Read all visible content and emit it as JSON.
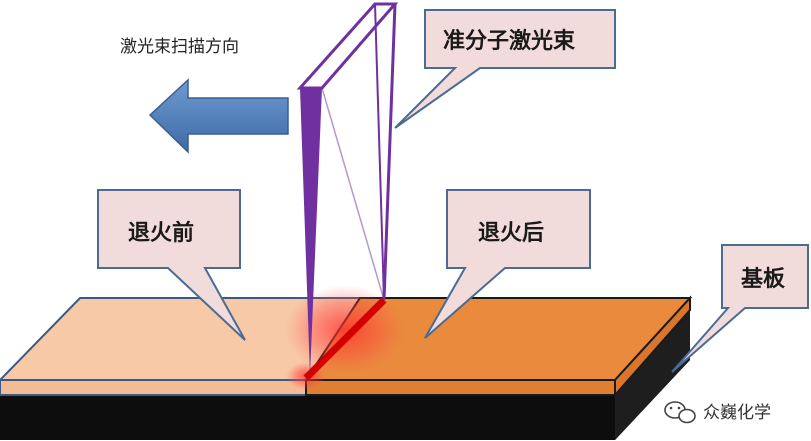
{
  "labels": {
    "scan_direction": "激光束扫描方向",
    "excimer_beam": "准分子激光束",
    "before_anneal": "退火前",
    "after_anneal": "退火后",
    "substrate": "基板"
  },
  "watermark": {
    "text": "众巍化学",
    "icon": "wechat-icon"
  },
  "colors": {
    "before_film": "#f7c9a6",
    "after_film": "#e98a3c",
    "substrate": "#0d0d0d",
    "beam": "#7030a0",
    "arrow": "#4f81bd",
    "callout_fill": "#f2dcdb",
    "callout_stroke": "#4a6b94",
    "laser_line": "#d40000"
  }
}
